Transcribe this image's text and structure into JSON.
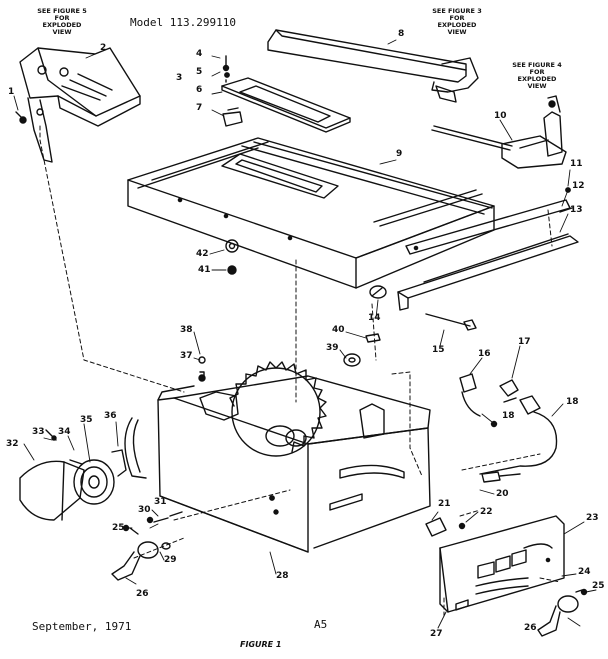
{
  "header": {
    "model": "Model 113.299110"
  },
  "notes": {
    "fig5": [
      "SEE FIGURE 5",
      "FOR",
      "EXPLODED",
      "VIEW"
    ],
    "fig3": [
      "SEE FIGURE 3",
      "FOR",
      "EXPLODED",
      "VIEW"
    ],
    "fig4": [
      "SEE FIGURE 4",
      "FOR",
      "EXPLODED",
      "VIEW"
    ]
  },
  "footer": {
    "date": "September, 1971",
    "page": "A5",
    "caption": "FIGURE 1"
  },
  "callouts": {
    "c1": "1",
    "c2": "2",
    "c3": "3",
    "c4": "4",
    "c5": "5",
    "c6": "6",
    "c7": "7",
    "c8": "8",
    "c9": "9",
    "c10": "10",
    "c11": "11",
    "c12": "12",
    "c13": "13",
    "c14": "14",
    "c15": "15",
    "c16": "16",
    "c17": "17",
    "c18a": "18",
    "c18b": "18",
    "c20": "20",
    "c21": "21",
    "c22": "22",
    "c23": "23",
    "c24": "24",
    "c25a": "25",
    "c25b": "25",
    "c26a": "26",
    "c26b": "26",
    "c27": "27",
    "c28": "28",
    "c29": "29",
    "c30": "30",
    "c31": "31",
    "c32": "32",
    "c33": "33",
    "c34": "34",
    "c35": "35",
    "c36": "36",
    "c37": "37",
    "c38": "38",
    "c39": "39",
    "c40": "40",
    "c41": "41",
    "c42": "42"
  }
}
